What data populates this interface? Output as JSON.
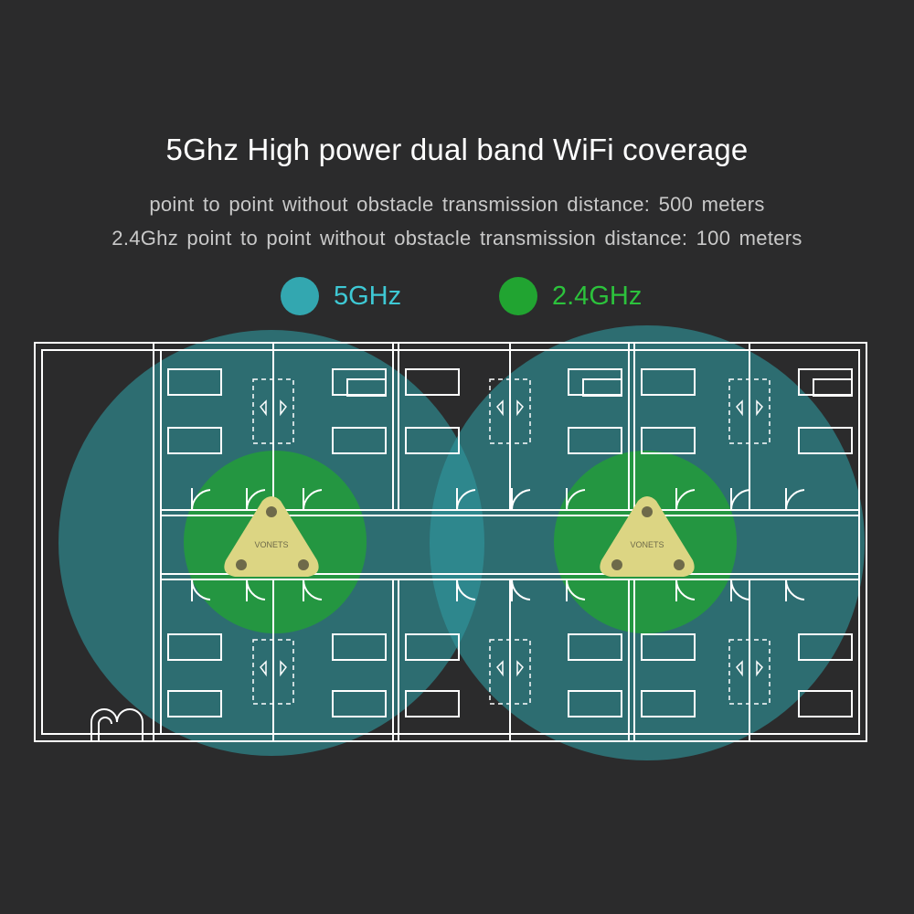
{
  "header": {
    "title": "5Ghz High power dual band WiFi coverage",
    "line1": "point to point without obstacle transmission distance:  500 meters",
    "line2": "2.4Ghz point to point without obstacle transmission distance:  100 meters"
  },
  "legend": [
    {
      "label": "5GHz",
      "color": "#33a7b0",
      "text_color": "#3ec8d4"
    },
    {
      "label": "2.4GHz",
      "color": "#21a431",
      "text_color": "#2cc23c"
    }
  ],
  "devices": [
    {
      "brand": "VONETS"
    },
    {
      "brand": "VONETS"
    }
  ],
  "colors": {
    "background": "#2b2b2c",
    "wall": "#ffffff",
    "coverage_5ghz": "#2e9aa0",
    "coverage_24ghz": "#22a432",
    "device": "#dcd583"
  }
}
